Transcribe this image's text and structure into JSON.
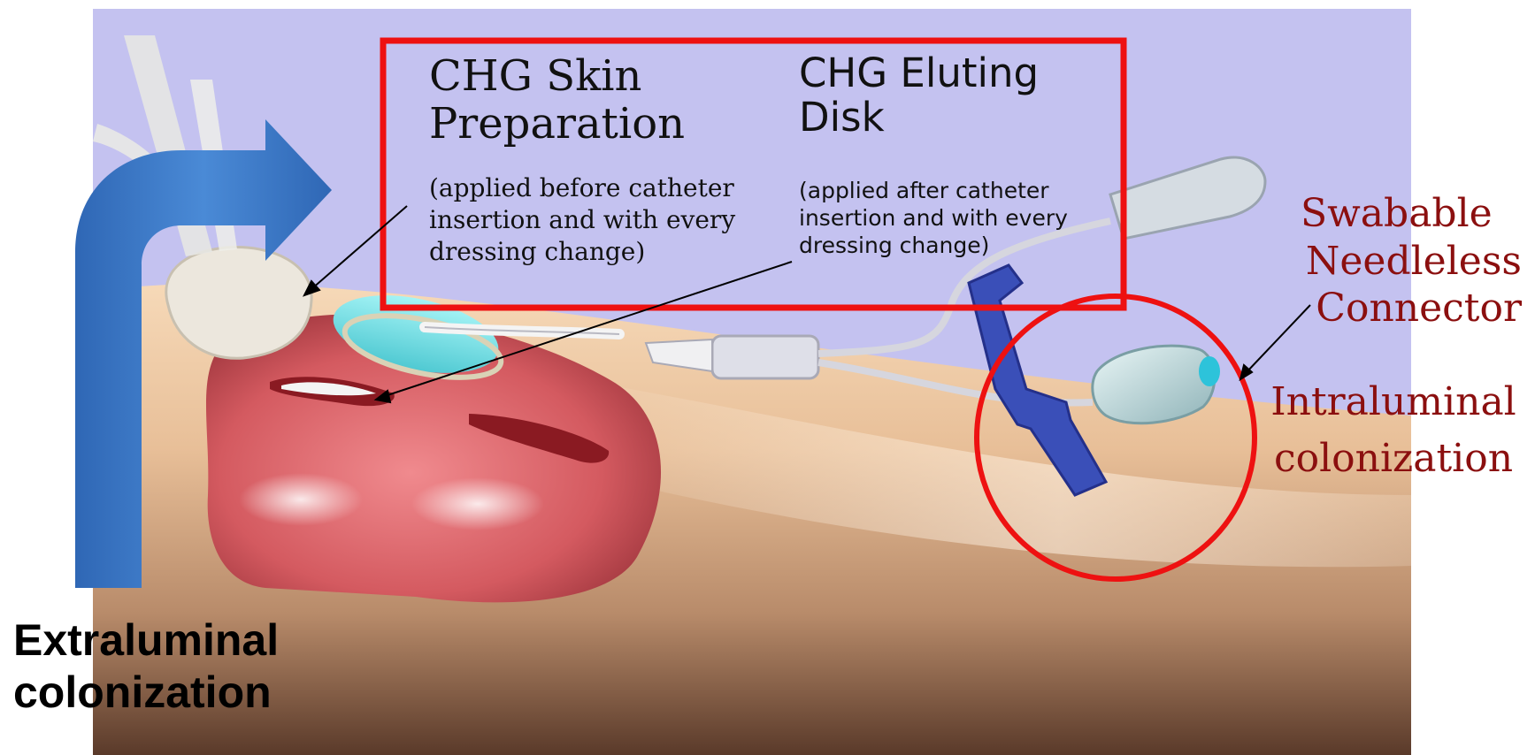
{
  "labels": {
    "chg_skin_title_line1": "CHG Skin",
    "chg_skin_title_line2": "Preparation",
    "chg_skin_note_line1": "(applied before catheter",
    "chg_skin_note_line2": "insertion and with every",
    "chg_skin_note_line3": "dressing change)",
    "chg_disk_title_line1": "CHG Eluting",
    "chg_disk_title_line2": "Disk",
    "chg_disk_note_line1": "(applied after catheter",
    "chg_disk_note_line2": "insertion and with every",
    "chg_disk_note_line3": "dressing change)",
    "connector_line1": "Swabable",
    "connector_line2": "Needleless",
    "connector_line3": "Connector",
    "intraluminal_line1": "Intraluminal",
    "intraluminal_line2": "colonization",
    "extraluminal_line1": "Extraluminal",
    "extraluminal_line2": "colonization"
  },
  "colors": {
    "background": "#c4c2f0",
    "highlight_red": "#ee1111",
    "label_maroon": "#8b0f0f",
    "arrow_blue": "#3b78c8",
    "dressing_red": "#c84a50",
    "disk_cyan": "#7ee4ea",
    "clamp_blue": "#3a4fb8"
  },
  "icons": {
    "flow_arrow": "bent-up-right-arrow-icon",
    "connector_highlight": "circle-highlight-icon"
  }
}
